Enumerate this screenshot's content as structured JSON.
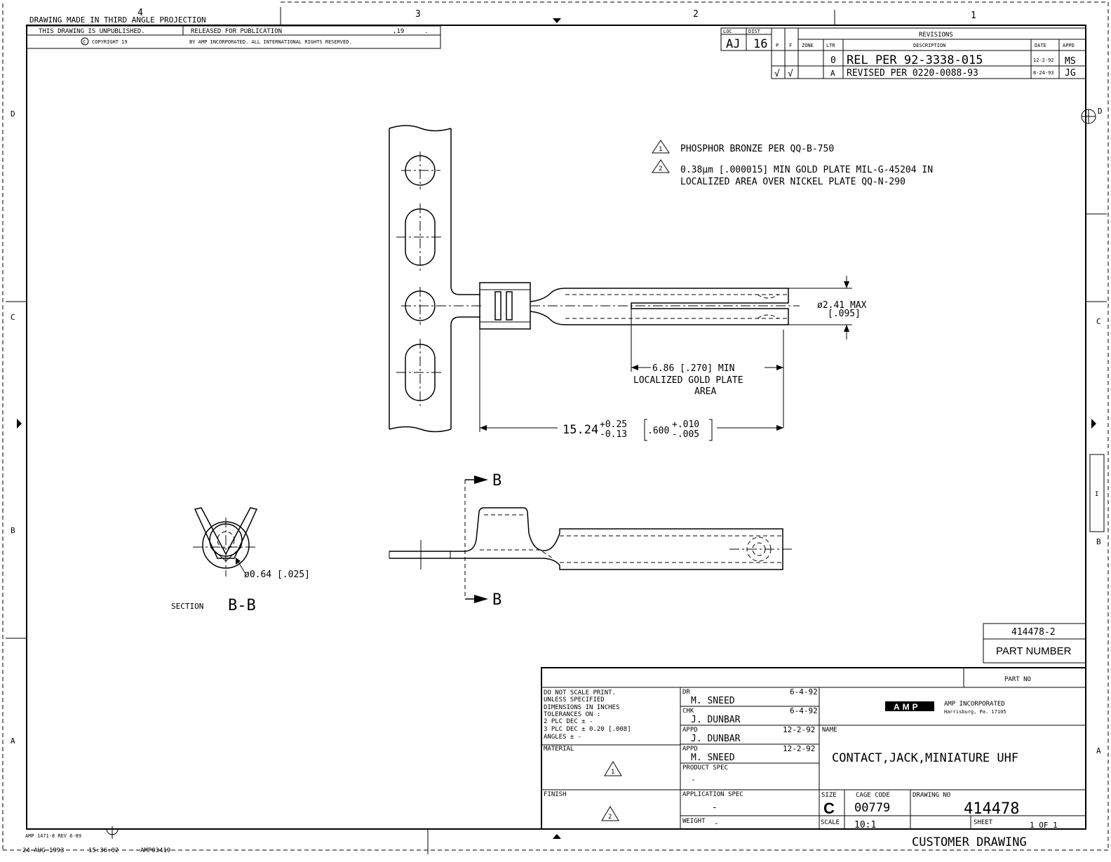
{
  "zones": {
    "columns": [
      "4",
      "3",
      "2",
      "1"
    ],
    "rows_left": [
      "D",
      "C",
      "B",
      "A"
    ],
    "rows_right": [
      "D",
      "C",
      "B",
      "A"
    ]
  },
  "header": {
    "projection": "DRAWING MADE IN THIRD ANGLE PROJECTION",
    "unpublished": "THIS DRAWING IS UNPUBLISHED.",
    "released": "RELEASED FOR PUBLICATION",
    "year": ",19",
    "dot": ".",
    "copyright": "COPYRIGHT 19",
    "rights": "BY AMP INCORPORATED. ALL INTERNATIONAL RIGHTS RESERVED."
  },
  "loc_block": {
    "loc_label": "LOC",
    "dist_label": "DIST",
    "loc": "AJ",
    "dist": "16",
    "p_label": "P",
    "f_label": "F"
  },
  "revisions": {
    "title": "REVISIONS",
    "headers": {
      "zone": "ZONE",
      "ltr": "LTR",
      "description": "DESCRIPTION",
      "date": "DATE",
      "appd": "APPD"
    },
    "rows": [
      {
        "ltr": "0",
        "description": "REL PER 92-3338-015",
        "date": "12-2-92",
        "appd": "MS",
        "p": "",
        "f": ""
      },
      {
        "ltr": "A",
        "description": "REVISED PER 0220-0088-93",
        "date": "8-24-93",
        "appd": "JG",
        "p": "√",
        "f": "√"
      }
    ]
  },
  "notes": [
    {
      "num": "1",
      "text": "PHOSPHOR BRONZE PER QQ-B-750"
    },
    {
      "num": "2",
      "line1": "0.38µm [.000015] MIN GOLD PLATE MIL-G-45204 IN",
      "line2": "LOCALIZED AREA OVER NICKEL PLATE QQ-N-290"
    }
  ],
  "dimensions": {
    "diameter_max": "ø2.41 MAX",
    "diameter_max_in": "[.095]",
    "gold_len": "6.86 [.270] MIN",
    "gold_label_1": "LOCALIZED GOLD PLATE",
    "gold_label_2": "AREA",
    "overall_nominal": "15.24",
    "overall_plus": "+0.25",
    "overall_minus": "-0.13",
    "overall_in_nominal": ".600",
    "overall_in_plus": "+.010",
    "overall_in_minus": "-.005",
    "wire_dia": "ø0.64 [.025]"
  },
  "section": {
    "label_prefix": "SECTION",
    "label": "B-B",
    "arrow_letter": "B"
  },
  "part_number_box": {
    "value": "414478-2",
    "label": "PART NUMBER"
  },
  "title_block": {
    "part_no_label": "PART NO",
    "tolerances": [
      "DO NOT SCALE PRINT.",
      "UNLESS SPECIFIED",
      "DIMENSIONS IN INCHES",
      "TOLERANCES ON :",
      "2 PLC DEC ± -",
      "3 PLC DEC ± 0.20 [.008]",
      "ANGLES ± -"
    ],
    "material_label": "MATERIAL",
    "material_note": "1",
    "finish_label": "FINISH",
    "finish_note": "2",
    "signoffs": [
      {
        "role": "DR",
        "name": "M. SNEED",
        "date": "6-4-92"
      },
      {
        "role": "CHK",
        "name": "J. DUNBAR",
        "date": "6-4-92"
      },
      {
        "role": "APPD",
        "name": "J. DUNBAR",
        "date": "12-2-92"
      },
      {
        "role": "APPD",
        "name": "M. SNEED",
        "date": "12-2-92"
      }
    ],
    "product_spec_label": "PRODUCT SPEC",
    "product_spec": "-",
    "application_spec_label": "APPLICATION SPEC",
    "application_spec": "-",
    "weight_label": "WEIGHT",
    "weight": "-",
    "company_logo": "AMP",
    "company": "AMP INCORPORATED",
    "company_city": "Harrisburg, Pa. 17105",
    "name_label": "NAME",
    "name": "CONTACT,JACK,MINIATURE UHF",
    "size_label": "SIZE",
    "size": "C",
    "cage_label": "CAGE CODE",
    "cage": "00779",
    "drawing_no_label": "DRAWING NO",
    "drawing_no": "414478",
    "scale_label": "SCALE",
    "scale": "10:1",
    "sheet_label": "SHEET",
    "sheet": "1 OF 1"
  },
  "footer": {
    "form": "AMP 1471-8 REV 6-89",
    "date": "24 AUG 1993",
    "time": "15:36:02",
    "id": "AMP03419",
    "customer": "CUSTOMER DRAWING"
  },
  "right_tab": "I"
}
